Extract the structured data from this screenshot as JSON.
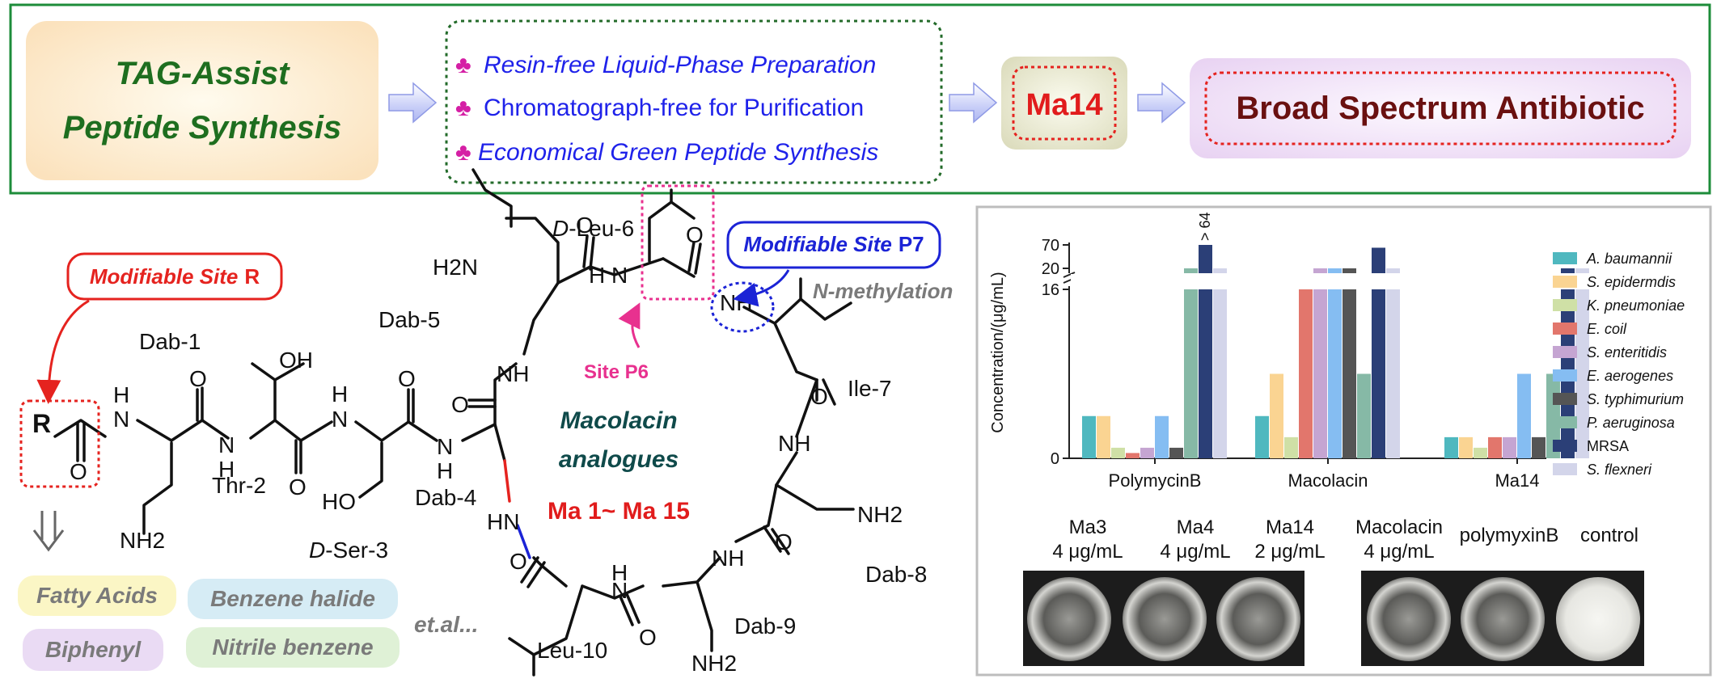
{
  "workflow": {
    "tag_box": {
      "line1": "TAG-Assist",
      "line2": "Peptide Synthesis"
    },
    "features": [
      "Resin-free Liquid-Phase Preparation",
      "Chromatograph-free  for Purification",
      "Economical Green Peptide Synthesis"
    ],
    "club_symbol": "♣",
    "product": "Ma14",
    "result": "Broad Spectrum Antibiotic"
  },
  "structure": {
    "modifiable_site_r": {
      "prefix": "Modifiable Site",
      "suffix": "R"
    },
    "modifiable_site_p7": {
      "prefix": "Modifiable Site",
      "suffix": "P7"
    },
    "site_p6": "Site P6",
    "n_methylation": "N-methylation",
    "residues": {
      "dab1": "Dab-1",
      "thr2": "Thr-2",
      "dser3_prefix": "D",
      "dser3_suffix": "-Ser-3",
      "dab4": "Dab-4",
      "dab5": "Dab-5",
      "dleu6_prefix": "D",
      "dleu6_suffix": "-Leu-6",
      "ile7": "Ile-7",
      "dab8": "Dab-8",
      "dab9": "Dab-9",
      "leu10": "Leu-10"
    },
    "atoms": {
      "r": "R",
      "h": "H",
      "n": "N",
      "o": "O",
      "nh": "NH",
      "hn": "HN",
      "oh": "OH",
      "ho": "HO",
      "h2n": "H2N",
      "nh2": "NH2"
    },
    "center_line1": "Macolacin",
    "center_line2": "analogues",
    "center_line3": "Ma 1~ Ma 15",
    "etal": "et.al...",
    "substituents": [
      "Fatty Acids",
      "Benzene halide",
      "Biphenyl",
      "Nitrile benzene"
    ]
  },
  "chart_data": {
    "type": "bar",
    "ylabel": "Concentration/(μg/mL)",
    "y_ticks": [
      "0",
      "16",
      "20",
      "70"
    ],
    "y_axis_break": [
      16,
      20
    ],
    "categories": [
      "PolymycinB",
      "Macolacin",
      "Ma14"
    ],
    "overflow_label": "> 64",
    "series": [
      {
        "name": "A. baumannii",
        "color": "#4fb8bf",
        "values": [
          4,
          4,
          2
        ]
      },
      {
        "name": "S. epidermdis",
        "color": "#fad492",
        "values": [
          4,
          8,
          2
        ]
      },
      {
        "name": "K. pneumoniae",
        "color": "#cfe0a6",
        "values": [
          1,
          2,
          1
        ]
      },
      {
        "name": "E. coil",
        "color": "#e2766c",
        "values": [
          0.5,
          16,
          2
        ]
      },
      {
        "name": "S. enteritidis",
        "color": "#c5a5d2",
        "values": [
          1,
          20,
          2
        ]
      },
      {
        "name": "E. aerogenes",
        "color": "#85bdf2",
        "values": [
          4,
          20,
          8
        ]
      },
      {
        "name": "S. typhimurium",
        "color": "#555555",
        "values": [
          1,
          20,
          2
        ]
      },
      {
        "name": "P. aeruginosa",
        "color": "#86b9a6",
        "values": [
          20,
          8,
          8
        ]
      },
      {
        "name": "MRSA",
        "color": "#2b3f77",
        "values": [
          70,
          64,
          20
        ]
      },
      {
        "name": "S. flexneri",
        "color": "#d3d5ea",
        "values": [
          20,
          20,
          20
        ]
      }
    ]
  },
  "wells": {
    "group1": [
      {
        "name": "Ma3",
        "conc": "4 μg/mL"
      },
      {
        "name": "Ma4",
        "conc": "4 μg/mL"
      },
      {
        "name": "Ma14",
        "conc": "2 μg/mL"
      }
    ],
    "group2": [
      {
        "name": "Macolacin",
        "conc": "4 μg/mL"
      },
      {
        "name": "polymyxinB",
        "conc": ""
      },
      {
        "name": "control",
        "conc": ""
      }
    ]
  }
}
